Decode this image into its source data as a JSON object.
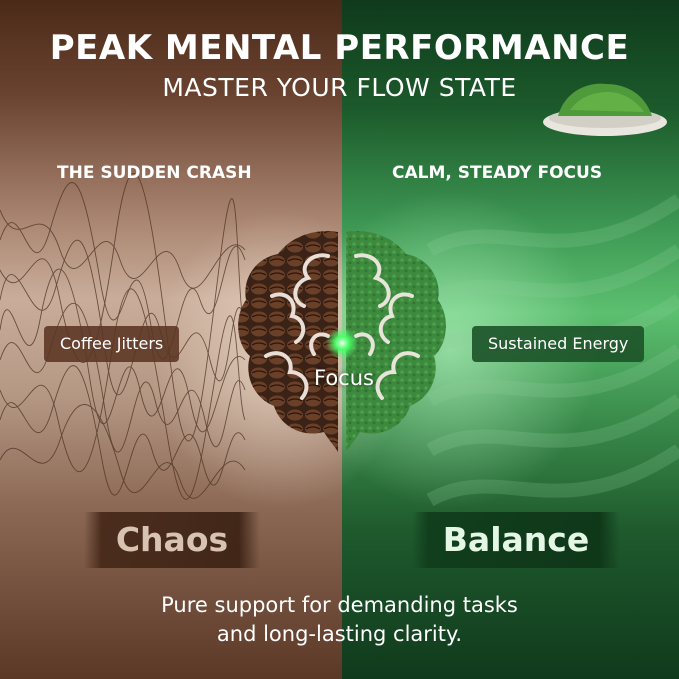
{
  "header": {
    "title": "PEAK MENTAL PERFORMANCE",
    "subtitle": "MASTER YOUR FLOW STATE"
  },
  "left": {
    "heading": "THE SUDDEN CRASH",
    "pill": "Coffee Jitters",
    "word": "Chaos",
    "color": "#5a3422"
  },
  "right": {
    "heading": "CALM, STEADY FOCUS",
    "pill": "Sustained Energy",
    "word": "Balance",
    "color": "#1c5228"
  },
  "center": {
    "label": "Focus"
  },
  "footer": {
    "line1": "Pure support for demanding tasks",
    "line2": "and long-lasting clarity."
  },
  "icons": [
    "matcha-bowl-icon",
    "brain-icon",
    "focus-glow-icon"
  ]
}
